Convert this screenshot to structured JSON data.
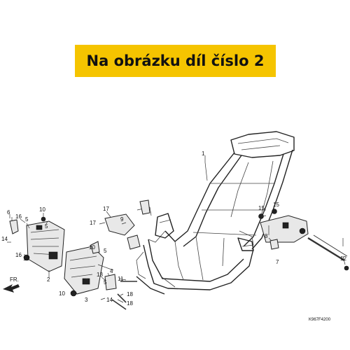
{
  "banner": {
    "text": "Na obrázku díl číslo 2",
    "color": "#f5c400"
  },
  "diagram": {
    "direction_label": "FR.",
    "code": "K967F4200",
    "callouts": {
      "c1": "1",
      "c2": "2",
      "c3": "3",
      "c4": "4",
      "c5a": "5",
      "c5b": "5",
      "c5c": "5",
      "c5d": "5",
      "c6": "6",
      "c7": "7",
      "c8": "8",
      "c9": "9",
      "c10a": "10",
      "c10b": "10",
      "c10c": "10",
      "c10d": "10",
      "c11": "11",
      "c12": "12",
      "c13": "13",
      "c14a": "14",
      "c14b": "14",
      "c15a": "15",
      "c15b": "15",
      "c16a": "16",
      "c16b": "16",
      "c17a": "17",
      "c17b": "17",
      "c18a": "18",
      "c18b": "18"
    }
  }
}
